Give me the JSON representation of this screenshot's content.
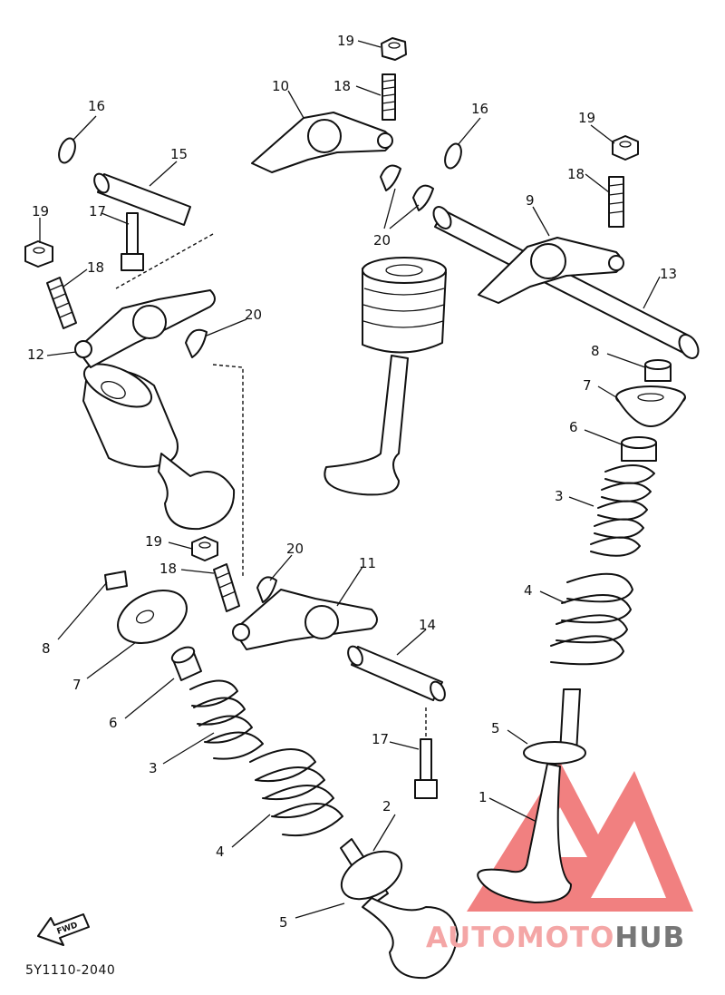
{
  "diagram": {
    "code": "5Y1110-2040",
    "fwd_label": "FWD",
    "labels": {
      "p1": "1",
      "p2": "2",
      "p3a": "3",
      "p3b": "3",
      "p4a": "4",
      "p4b": "4",
      "p5a": "5",
      "p5b": "5",
      "p6a": "6",
      "p6b": "6",
      "p7a": "7",
      "p7b": "7",
      "p8a": "8",
      "p8b": "8",
      "p9": "9",
      "p10": "10",
      "p11": "11",
      "p12": "12",
      "p13": "13",
      "p14": "14",
      "p15": "15",
      "p16a": "16",
      "p16b": "16",
      "p17a": "17",
      "p17b": "17",
      "p18a": "18",
      "p18b": "18",
      "p18c": "18",
      "p18d": "18",
      "p19a": "19",
      "p19b": "19",
      "p19c": "19",
      "p19d": "19",
      "p20a": "20",
      "p20b": "20",
      "p20c": "20"
    }
  },
  "watermark": {
    "part1": "AUTOMOTO",
    "part2": "HUB",
    "color_main": "#f4a6a6",
    "color_dark": "#777777",
    "color_logo": "#ef6b6b"
  }
}
